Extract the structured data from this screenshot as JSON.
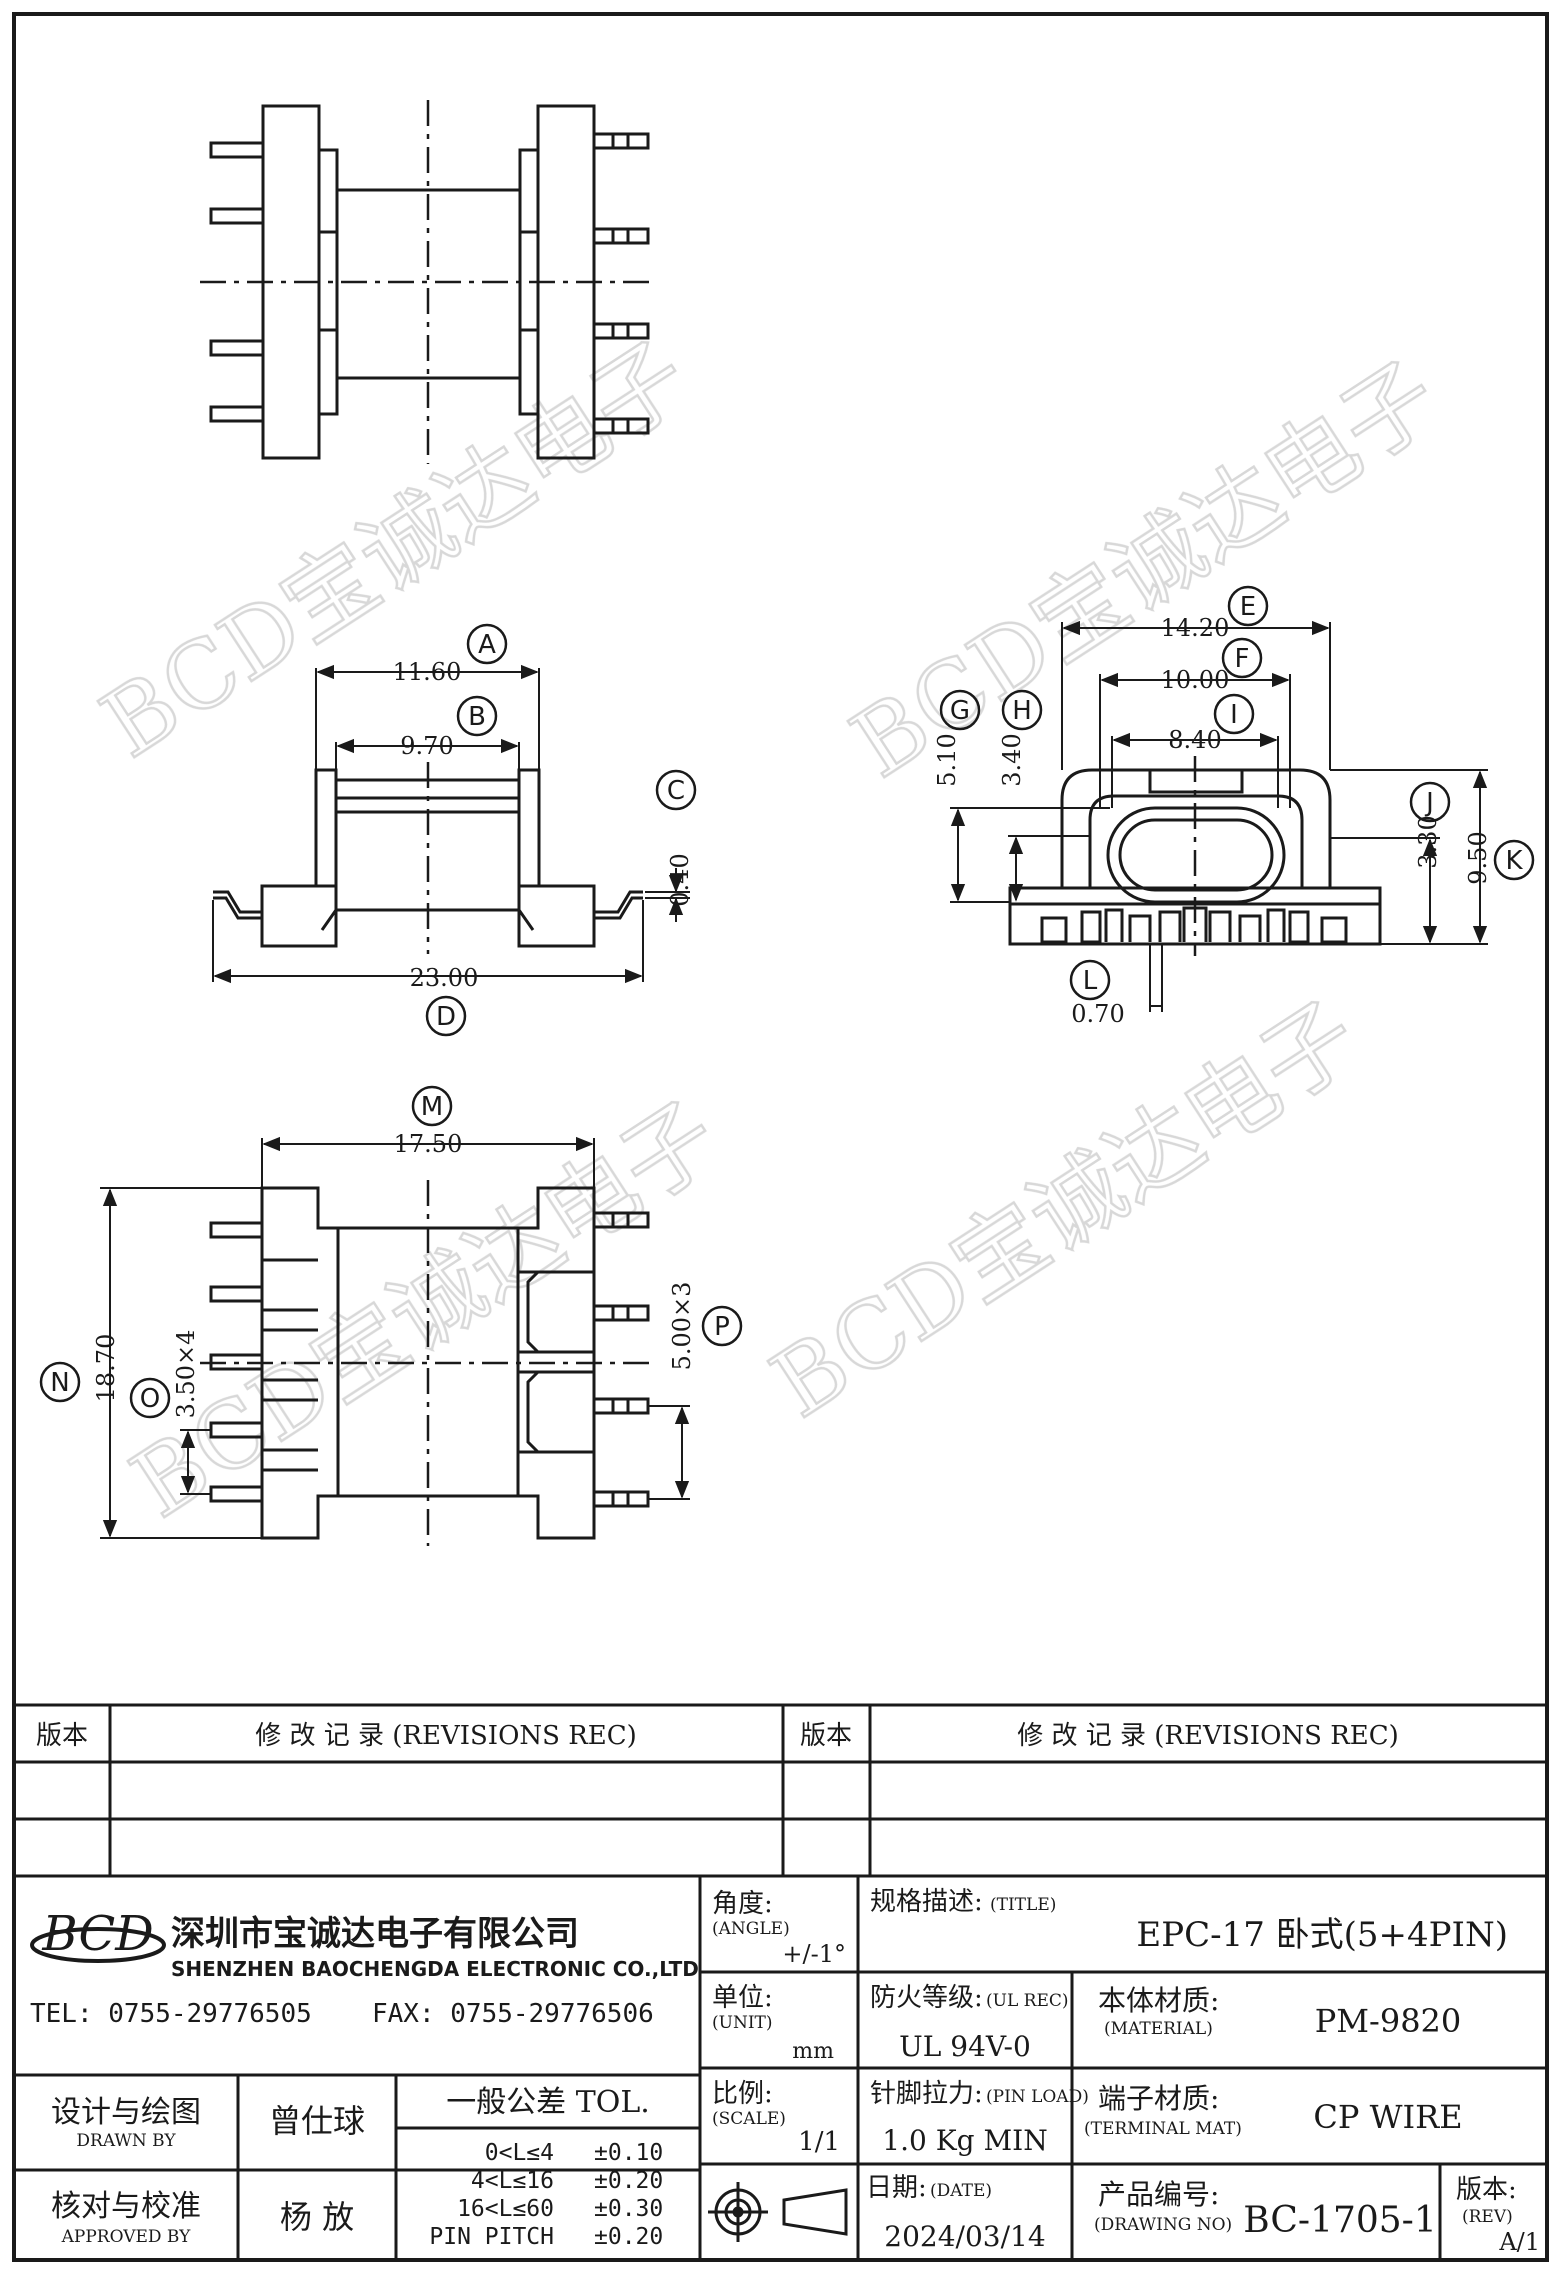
{
  "watermark": "BCD宝诚达电子",
  "dimensions": {
    "A": {
      "letter": "A",
      "value": "11.60"
    },
    "B": {
      "letter": "B",
      "value": "9.70"
    },
    "C": {
      "letter": "C",
      "value": "0.40"
    },
    "D": {
      "letter": "D",
      "value": "23.00"
    },
    "E": {
      "letter": "E",
      "value": "14.20"
    },
    "F": {
      "letter": "F",
      "value": "10.00"
    },
    "G": {
      "letter": "G",
      "value": "5.10"
    },
    "H": {
      "letter": "H",
      "value": "3.40"
    },
    "I": {
      "letter": "I",
      "value": "8.40"
    },
    "J": {
      "letter": "J",
      "value": "3.30"
    },
    "K": {
      "letter": "K",
      "value": "9.50"
    },
    "L": {
      "letter": "L",
      "value": "0.70"
    },
    "M": {
      "letter": "M",
      "value": "17.50"
    },
    "N": {
      "letter": "N",
      "value": "18.70"
    },
    "O": {
      "letter": "O",
      "value": "3.50×4"
    },
    "P": {
      "letter": "P",
      "value": "5.00×3"
    }
  },
  "revisions": {
    "col_version": "版本",
    "col_record": "修 改 记 录 (REVISIONS REC)"
  },
  "company": {
    "logo": "BCD",
    "name_cn": "深圳市宝诚达电子有限公司",
    "name_en": "SHENZHEN BAOCHENGDA ELECTRONIC CO.,LTD",
    "tel": "TEL: 0755-29776505",
    "fax": "FAX: 0755-29776506"
  },
  "title_block": {
    "angle_label": "角度:",
    "angle_label_en": "(ANGLE)",
    "angle_value": "+/-1°",
    "title_label": "规格描述:",
    "title_label_en": "(TITLE)",
    "title_value": "EPC-17 卧式(5+4PIN)",
    "unit_label": "单位:",
    "unit_label_en": "(UNIT)",
    "unit_value": "mm",
    "ul_label": "防火等级:",
    "ul_label_en": "(UL REC)",
    "ul_value": "UL 94V-0",
    "material_label": "本体材质:",
    "material_label_en": "(MATERIAL)",
    "material_value": "PM-9820",
    "scale_label": "比例:",
    "scale_label_en": "(SCALE)",
    "scale_value": "1/1",
    "pinload_label": "针脚拉力:",
    "pinload_label_en": "(PIN LOAD)",
    "pinload_value": "1.0 Kg MIN",
    "terminal_label": "端子材质:",
    "terminal_label_en": "(TERMINAL MAT)",
    "terminal_value": "CP WIRE",
    "date_label": "日期:",
    "date_label_en": "(DATE)",
    "date_value": "2024/03/14",
    "drawing_label": "产品编号:",
    "drawing_label_en": "(DRAWING NO)",
    "drawing_value": "BC-1705-1",
    "rev_label": "版本:",
    "rev_label_en": "(REV)",
    "rev_value": "A/1",
    "drawn_label": "设计与绘图",
    "drawn_label_en": "DRAWN BY",
    "drawn_name": "曾仕球",
    "approved_label": "核对与校准",
    "approved_label_en": "APPROVED BY",
    "approved_name": "杨 放",
    "tol_title": "一般公差 TOL.",
    "tolerances": [
      {
        "range": "0<L≤4",
        "value": "±0.10"
      },
      {
        "range": "4<L≤16",
        "value": "±0.20"
      },
      {
        "range": "16<L≤60",
        "value": "±0.30"
      },
      {
        "range": "PIN PITCH",
        "value": "±0.20"
      }
    ]
  }
}
